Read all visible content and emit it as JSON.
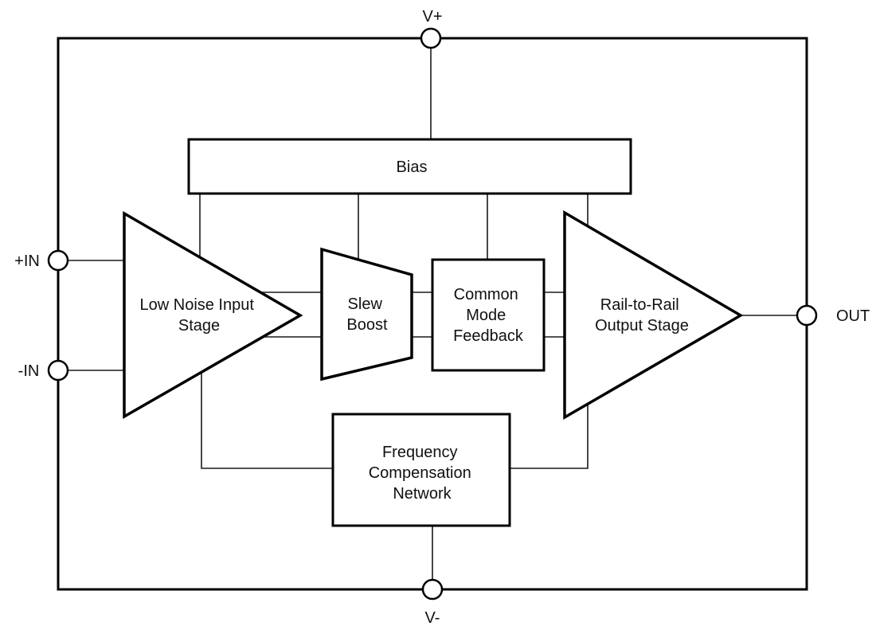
{
  "diagram": {
    "description": "op-amp functional block diagram",
    "colors": {
      "background": "#ffffff",
      "line": "#000000",
      "text": "#111111"
    },
    "terminals": {
      "v_plus": {
        "label": "V+"
      },
      "v_minus": {
        "label": "V-"
      },
      "in_plus": {
        "label": "+IN"
      },
      "in_minus": {
        "label": "-IN"
      },
      "out": {
        "label": "OUT"
      }
    },
    "blocks": {
      "bias": {
        "lines": [
          "Bias"
        ]
      },
      "input_stage": {
        "lines": [
          "Low Noise Input",
          "Stage"
        ]
      },
      "slew_boost": {
        "lines": [
          "Slew",
          "Boost"
        ]
      },
      "common_mode_feedback": {
        "lines": [
          "Common",
          "Mode",
          "Feedback"
        ]
      },
      "output_stage": {
        "lines": [
          "Rail-to-Rail",
          "Output Stage"
        ]
      },
      "frequency_compensation": {
        "lines": [
          "Frequency",
          "Compensation",
          "Network"
        ]
      }
    }
  }
}
